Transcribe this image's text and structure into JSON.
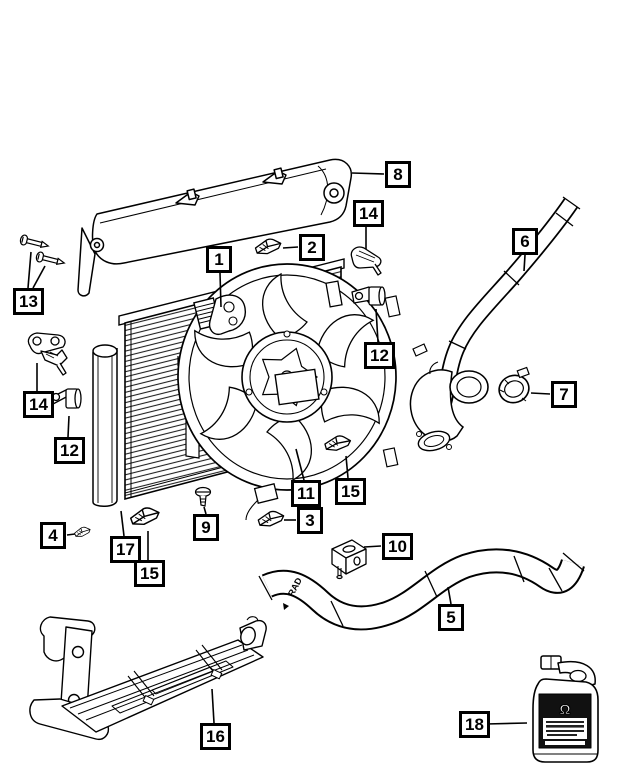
{
  "page": {
    "background": "#ffffff",
    "ink": "#000000"
  },
  "callouts": [
    {
      "label": "1"
    },
    {
      "label": "2"
    },
    {
      "label": "8"
    },
    {
      "label": "14"
    },
    {
      "label": "6"
    },
    {
      "label": "13"
    },
    {
      "label": "14"
    },
    {
      "label": "12"
    },
    {
      "label": "12"
    },
    {
      "label": "7"
    },
    {
      "label": "11"
    },
    {
      "label": "15"
    },
    {
      "label": "3"
    },
    {
      "label": "9"
    },
    {
      "label": "4"
    },
    {
      "label": "17"
    },
    {
      "label": "15"
    },
    {
      "label": "10"
    },
    {
      "label": "5"
    },
    {
      "label": "16"
    },
    {
      "label": "18"
    }
  ],
  "markings": {
    "hose_label": "RAD",
    "jug_logo_glyph": "Ω"
  }
}
